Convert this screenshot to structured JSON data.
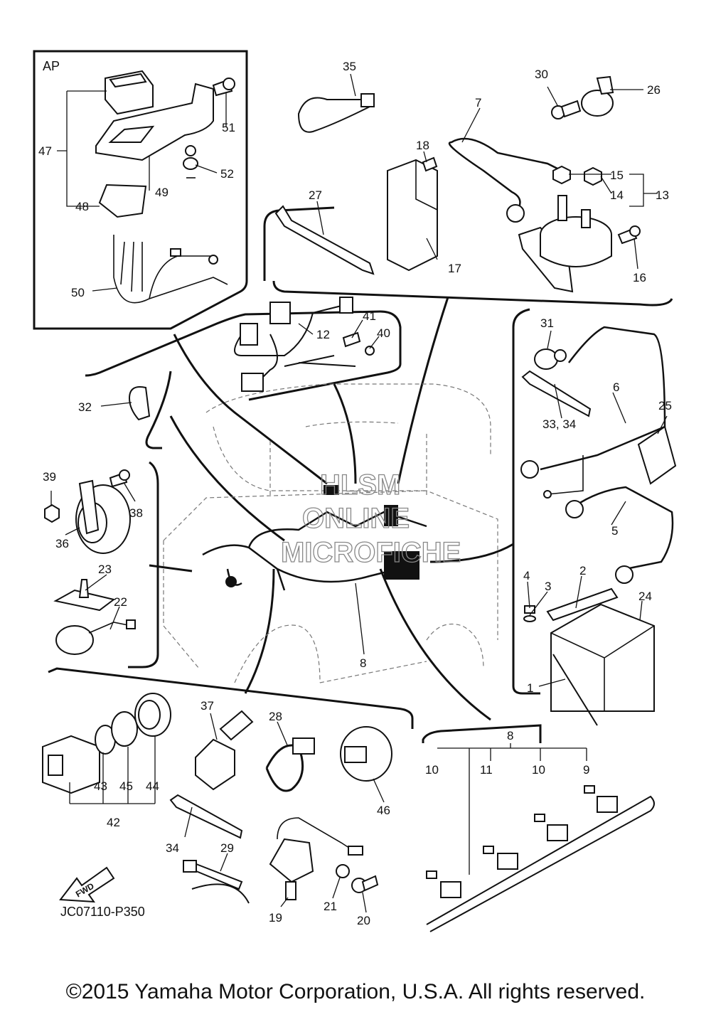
{
  "ap_box_label": "AP",
  "callouts": [
    {
      "id": "1",
      "text": "1"
    },
    {
      "id": "2",
      "text": "2"
    },
    {
      "id": "3",
      "text": "3"
    },
    {
      "id": "4",
      "text": "4"
    },
    {
      "id": "5",
      "text": "5"
    },
    {
      "id": "6",
      "text": "6"
    },
    {
      "id": "7",
      "text": "7"
    },
    {
      "id": "8",
      "text": "8"
    },
    {
      "id": "8b",
      "text": "8"
    },
    {
      "id": "9",
      "text": "9"
    },
    {
      "id": "10a",
      "text": "10"
    },
    {
      "id": "10b",
      "text": "10"
    },
    {
      "id": "11",
      "text": "11"
    },
    {
      "id": "12",
      "text": "12"
    },
    {
      "id": "13",
      "text": "13"
    },
    {
      "id": "14",
      "text": "14"
    },
    {
      "id": "15",
      "text": "15"
    },
    {
      "id": "16",
      "text": "16"
    },
    {
      "id": "17",
      "text": "17"
    },
    {
      "id": "18",
      "text": "18"
    },
    {
      "id": "19",
      "text": "19"
    },
    {
      "id": "20",
      "text": "20"
    },
    {
      "id": "21",
      "text": "21"
    },
    {
      "id": "22",
      "text": "22"
    },
    {
      "id": "23",
      "text": "23"
    },
    {
      "id": "24",
      "text": "24"
    },
    {
      "id": "25",
      "text": "25"
    },
    {
      "id": "26",
      "text": "26"
    },
    {
      "id": "27",
      "text": "27"
    },
    {
      "id": "28",
      "text": "28"
    },
    {
      "id": "29",
      "text": "29"
    },
    {
      "id": "30",
      "text": "30"
    },
    {
      "id": "31",
      "text": "31"
    },
    {
      "id": "32",
      "text": "32"
    },
    {
      "id": "3334",
      "text": "33, 34"
    },
    {
      "id": "34",
      "text": "34"
    },
    {
      "id": "35",
      "text": "35"
    },
    {
      "id": "36",
      "text": "36"
    },
    {
      "id": "37",
      "text": "37"
    },
    {
      "id": "38",
      "text": "38"
    },
    {
      "id": "39",
      "text": "39"
    },
    {
      "id": "40",
      "text": "40"
    },
    {
      "id": "41",
      "text": "41"
    },
    {
      "id": "42",
      "text": "42"
    },
    {
      "id": "43",
      "text": "43"
    },
    {
      "id": "44",
      "text": "44"
    },
    {
      "id": "45",
      "text": "45"
    },
    {
      "id": "46",
      "text": "46"
    },
    {
      "id": "47",
      "text": "47"
    },
    {
      "id": "48",
      "text": "48"
    },
    {
      "id": "49",
      "text": "49"
    },
    {
      "id": "50",
      "text": "50"
    },
    {
      "id": "51",
      "text": "51"
    },
    {
      "id": "52",
      "text": "52"
    }
  ],
  "fwd_label": "FWD",
  "drawing_code": "JC07110-P350",
  "watermark": [
    "HLSM",
    "ONLINE",
    "MICROFICHE"
  ],
  "copyright": "©2015 Yamaha Motor Corporation, U.S.A. All rights reserved."
}
